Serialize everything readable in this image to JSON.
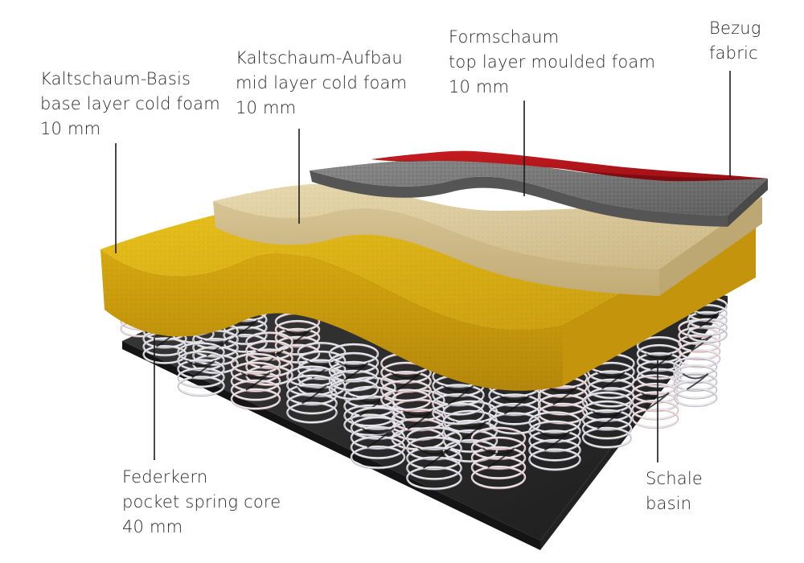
{
  "labels": {
    "base_foam": {
      "name": "Kaltschaum-Basis",
      "desc": "base layer cold foam",
      "size": "10 mm"
    },
    "mid_foam": {
      "name": "Kaltschaum-Aufbau",
      "desc": "mid layer cold foam",
      "size": "10 mm"
    },
    "top_foam": {
      "name": "Formschaum",
      "desc": "top layer moulded foam",
      "size": "10 mm"
    },
    "fabric": {
      "name": "Bezug",
      "desc": "fabric"
    },
    "spring_core": {
      "name": "Federkern",
      "desc": "pocket spring core",
      "size": "40 mm"
    },
    "basin": {
      "name": "Schale",
      "desc": "basin"
    }
  },
  "colors": {
    "fabric": "#b3141b",
    "top_foam": "#6f6f6f",
    "mid_foam": "#d8c79a",
    "base_foam": "#e0b515",
    "basin": "#2b2b2b",
    "springs": "#e6e6ea",
    "leader_lines": "#1a1a1a"
  }
}
